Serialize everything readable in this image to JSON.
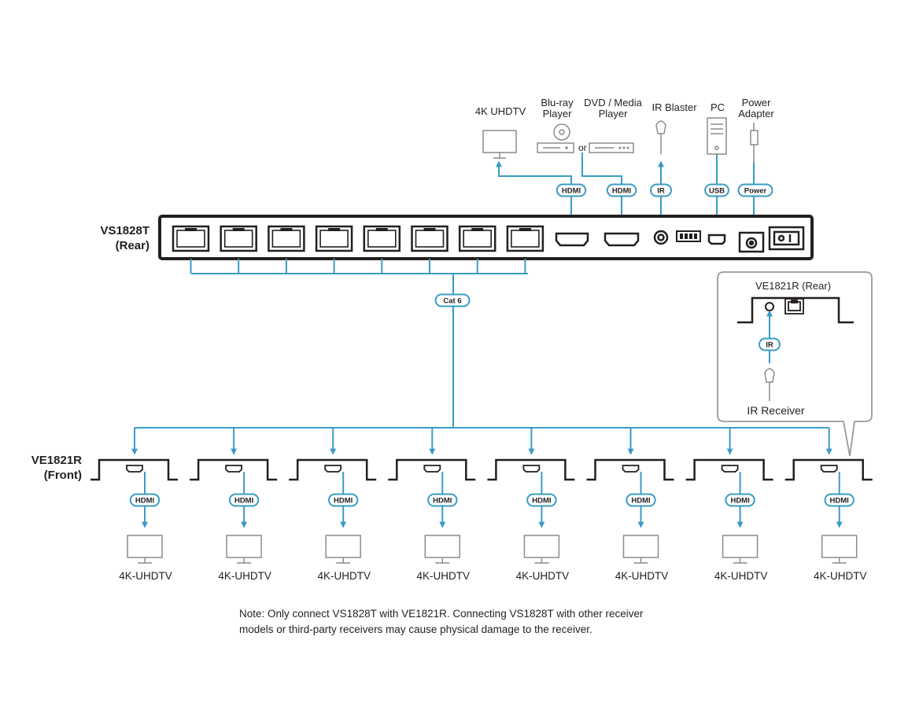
{
  "colors": {
    "cable": "#3a9cc4",
    "device": "#231f20",
    "icon_gray": "#8c8c8c",
    "callout_border": "#9a9a9a"
  },
  "transmitter": {
    "name": "VS1828T",
    "view": "(Rear)",
    "rj45_port_count": 8
  },
  "top_devices": {
    "tv": "4K UHDTV",
    "bluray_line1": "Blu-ray",
    "bluray_line2": "Player",
    "or_text": "or",
    "dvd_line1": "DVD / Media",
    "dvd_line2": "Player",
    "ir_blaster": "IR Blaster",
    "pc": "PC",
    "power_line1": "Power",
    "power_line2": "Adapter"
  },
  "cable_labels": {
    "hdmi_out": "HDMI",
    "hdmi_in": "HDMI",
    "ir": "IR",
    "usb": "USB",
    "power": "Power",
    "cat6": "Cat 6",
    "receiver_hdmi": "HDMI",
    "receiver_ir": "IR"
  },
  "receiver": {
    "name": "VE1821R",
    "view": "(Front)",
    "rear_title": "VE1821R (Rear)",
    "ir_receiver": "IR Receiver",
    "count": 8
  },
  "outputs": [
    "4K-UHDTV",
    "4K-UHDTV",
    "4K-UHDTV",
    "4K-UHDTV",
    "4K-UHDTV",
    "4K-UHDTV",
    "4K-UHDTV",
    "4K-UHDTV"
  ],
  "note": {
    "line1": "Note: Only connect VS1828T with VE1821R. Connecting VS1828T with other receiver",
    "line2": "models or third-party receivers may cause physical damage to the receiver."
  }
}
